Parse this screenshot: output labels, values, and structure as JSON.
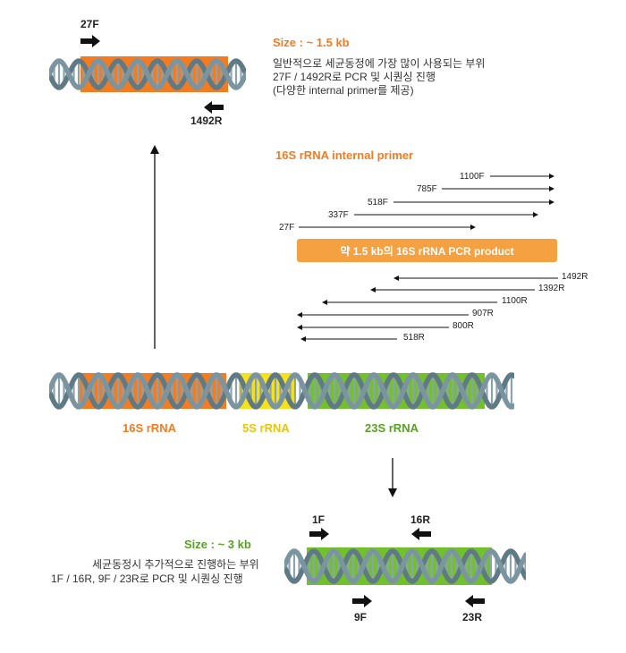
{
  "top": {
    "primer_27f": "27F",
    "primer_1492r": "1492R",
    "size": "Size : ~ 1.5 kb",
    "desc_lines": [
      "일반적으로 세균동정에 가장 많이 사용되는 부위",
      "27F / 1492R로 PCR 및 시퀀싱 진행",
      "(다양한 internal primer를 제공)"
    ]
  },
  "internal": {
    "title": "16S rRNA internal primer",
    "forward": [
      "1100F",
      "785F",
      "518F",
      "337F",
      "27F"
    ],
    "product": "약 1.5 kb의 16S rRNA PCR product",
    "reverse": [
      "1492R",
      "1392R",
      "1100R",
      "907R",
      "800R",
      "518R"
    ]
  },
  "operon": {
    "genes": [
      "16S rRNA",
      "5S rRNA",
      "23S rRNA"
    ]
  },
  "bottom": {
    "size": "Size : ~ 3 kb",
    "desc_lines": [
      "세균동정시 추가적으로 진행하는 부위",
      "1F / 16R, 9F / 23R로 PCR 및 시퀀싱 진행"
    ],
    "primers": [
      "1F",
      "16R",
      "9F",
      "23R"
    ]
  },
  "colors": {
    "orange": "#f47b20",
    "yellow": "#f5e21a",
    "green": "#72c12c",
    "dna": "#6f8b96"
  }
}
